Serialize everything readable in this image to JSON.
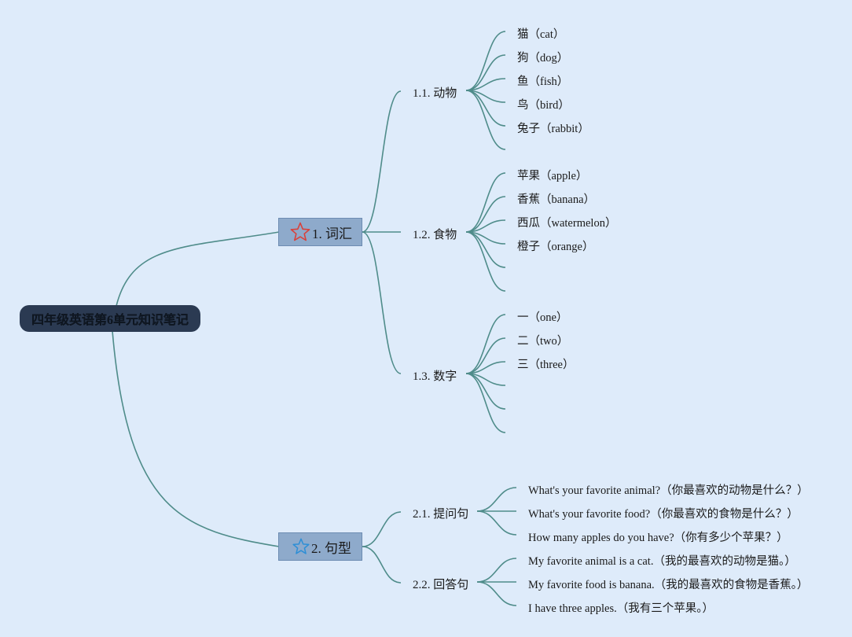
{
  "root": {
    "title": "四年级英语第6单元知识笔记"
  },
  "branches": [
    {
      "label": "1. 词汇",
      "icon": "red-star-icon",
      "color": "#d9413a",
      "children": [
        {
          "label": "1.1. 动物",
          "leaves": [
            "猫（cat）",
            "狗（dog）",
            "鱼（fish）",
            "鸟（bird）",
            "兔子（rabbit）",
            ""
          ]
        },
        {
          "label": "1.2. 食物",
          "leaves": [
            "苹果（apple）",
            "香蕉（banana）",
            "西瓜（watermelon）",
            "橙子（orange）",
            "",
            ""
          ]
        },
        {
          "label": "1.3. 数字",
          "leaves": [
            "一（one）",
            "二（two）",
            "三（three）",
            "",
            "",
            ""
          ]
        }
      ]
    },
    {
      "label": "2. 句型",
      "icon": "blue-star-icon",
      "color": "#2e8fd6",
      "children": [
        {
          "label": "2.1. 提问句",
          "leaves": [
            "What's your favorite animal?（你最喜欢的动物是什么？）",
            "What's your favorite food?（你最喜欢的食物是什么？）",
            "How many apples do you have?（你有多少个苹果？）"
          ]
        },
        {
          "label": "2.2. 回答句",
          "leaves": [
            "My favorite animal is a cat.（我的最喜欢的动物是猫。）",
            "My favorite food is banana.（我的最喜欢的食物是香蕉。）",
            "I have three apples.（我有三个苹果。）"
          ]
        }
      ]
    }
  ]
}
